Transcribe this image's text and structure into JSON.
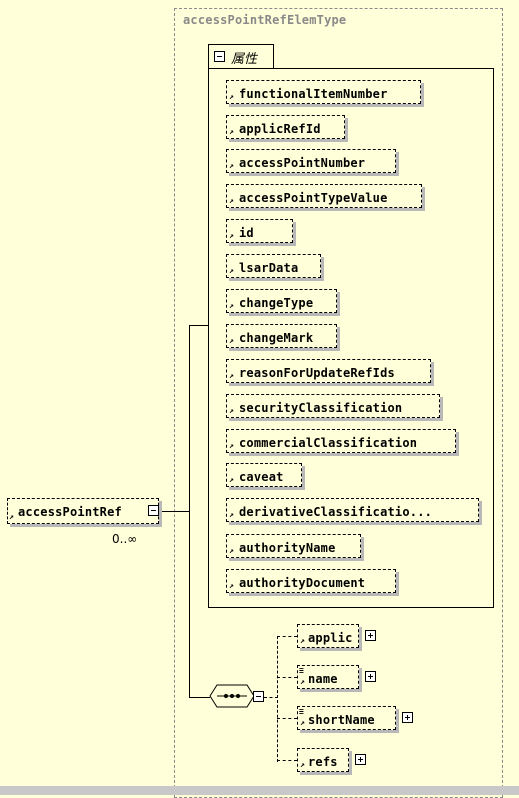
{
  "type_box": {
    "label": "accessPointRefElemType"
  },
  "attributes_tab": {
    "label": "属性"
  },
  "attributes": [
    "functionalItemNumber",
    "applicRefId",
    "accessPointNumber",
    "accessPointTypeValue",
    "id",
    "lsarData",
    "changeType",
    "changeMark",
    "reasonForUpdateRefIds",
    "securityClassification",
    "commercialClassification",
    "caveat",
    "derivativeClassificatio...",
    "authorityName",
    "authorityDocument"
  ],
  "root_element": {
    "name": "accessPointRef",
    "occurrence": "0..∞"
  },
  "sequence": {
    "symbol": "•••"
  },
  "children": [
    "applic",
    "name",
    "shortName",
    "refs"
  ],
  "colors": {
    "background": "#FFFFD9",
    "type_border": "#8a8a8a",
    "shadow": "#b8b8b8"
  }
}
